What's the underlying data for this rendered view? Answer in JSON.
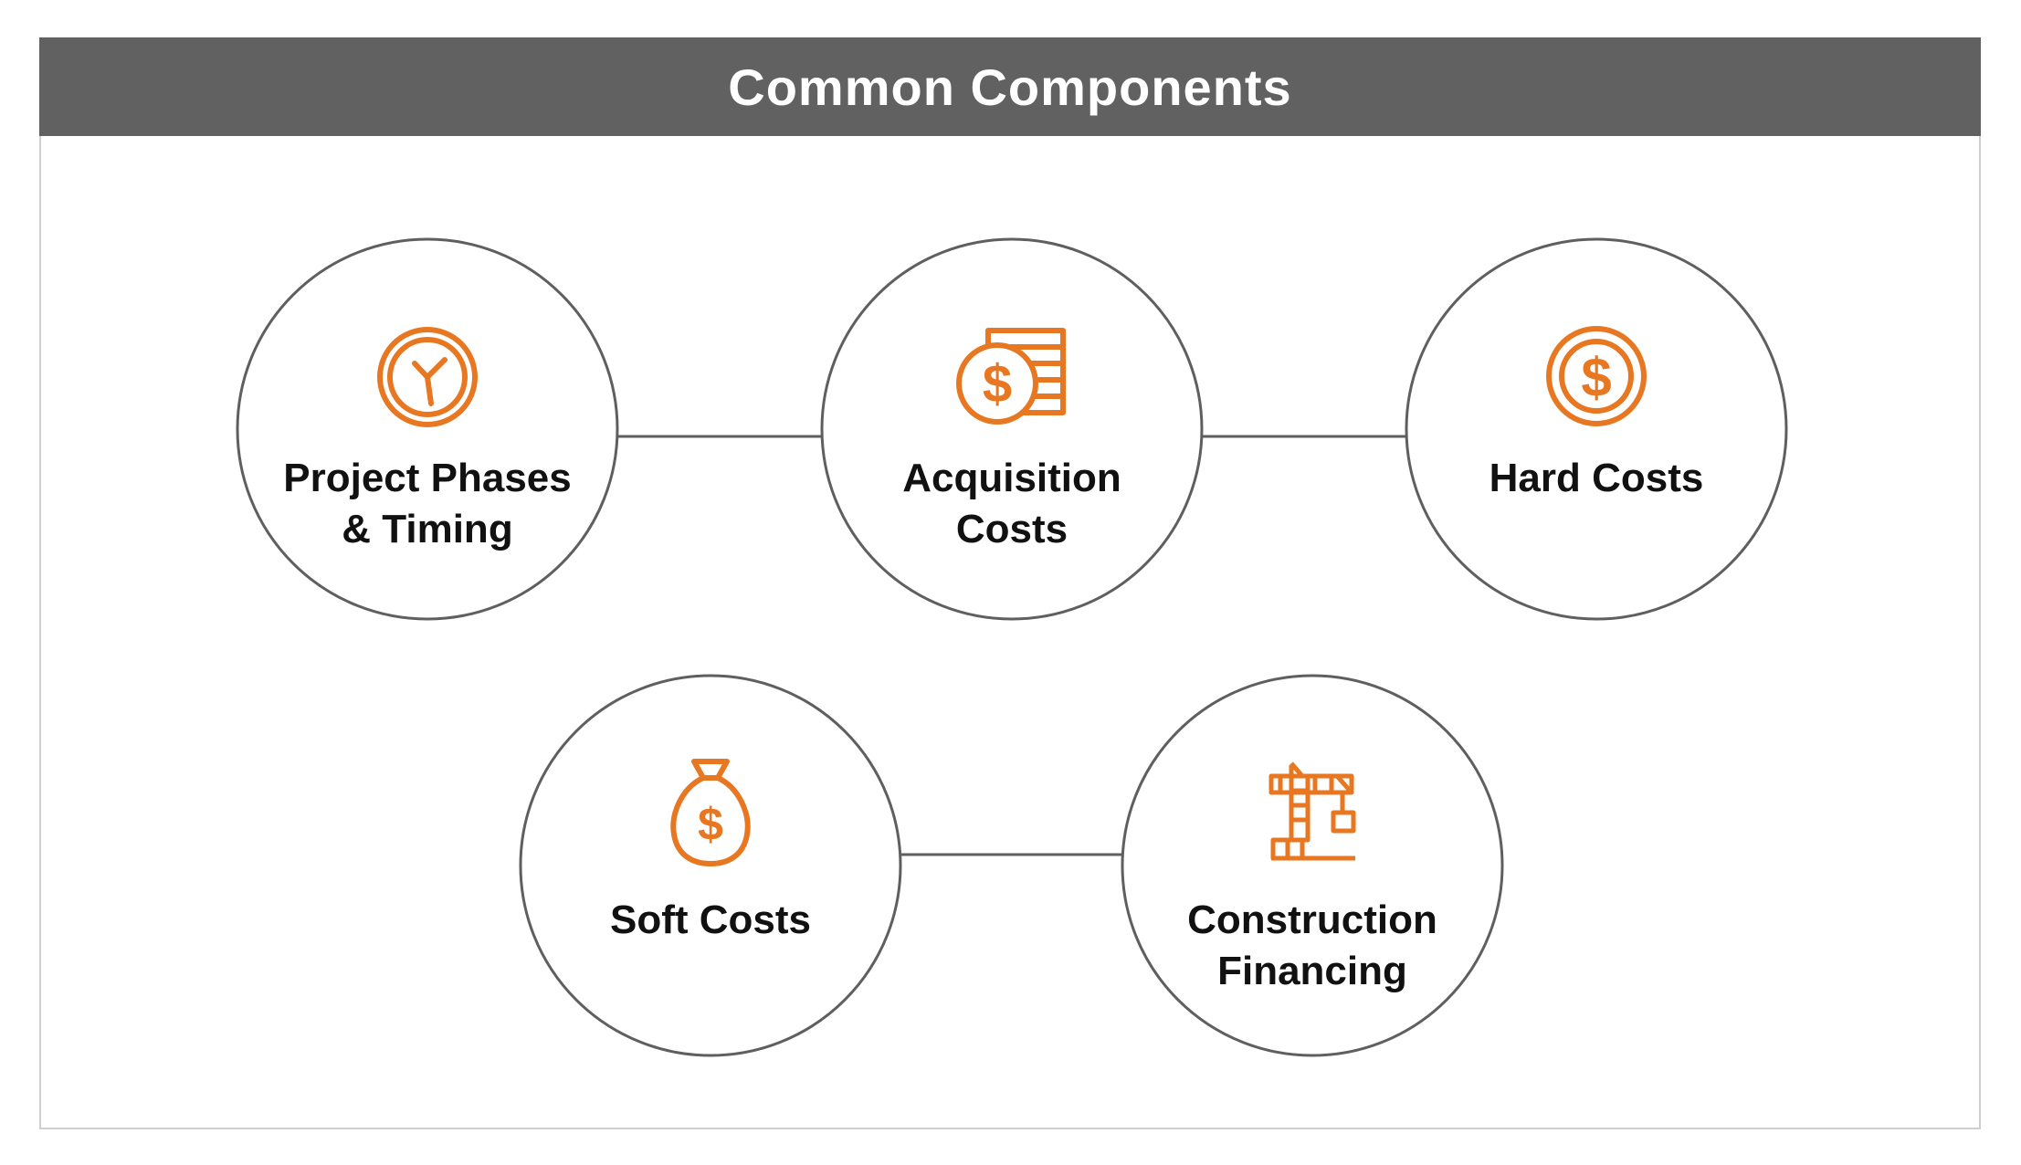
{
  "header": {
    "title": "Common Components"
  },
  "colors": {
    "header_bg": "#616161",
    "accent": "#E87722",
    "circle_stroke": "#5f5f5f",
    "connector": "#5f5f5f"
  },
  "nodes": [
    {
      "id": "project-phases",
      "icon": "clock-icon",
      "lines": [
        "Project Phases",
        "& Timing"
      ]
    },
    {
      "id": "acquisition-costs",
      "icon": "coin-stack-icon",
      "lines": [
        "Acquisition",
        "Costs"
      ]
    },
    {
      "id": "hard-costs",
      "icon": "dollar-coin-icon",
      "lines": [
        "Hard Costs"
      ]
    },
    {
      "id": "soft-costs",
      "icon": "money-bag-icon",
      "lines": [
        "Soft Costs"
      ]
    },
    {
      "id": "construction-financing",
      "icon": "crane-icon",
      "lines": [
        "Construction",
        "Financing"
      ]
    }
  ],
  "connections": [
    [
      "project-phases",
      "acquisition-costs"
    ],
    [
      "acquisition-costs",
      "hard-costs"
    ],
    [
      "soft-costs",
      "construction-financing"
    ]
  ]
}
